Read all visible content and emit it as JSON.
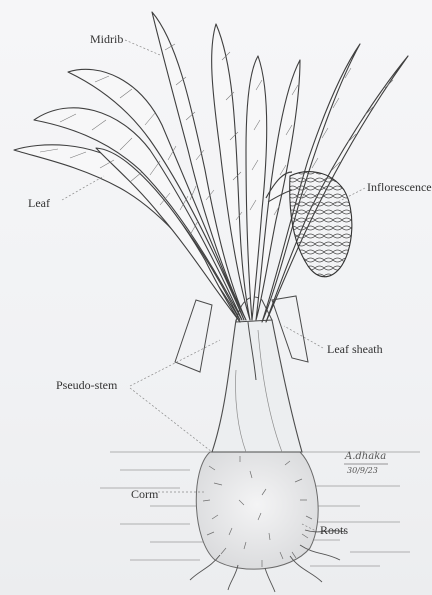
{
  "labels": {
    "midrib": "Midrib",
    "leaf": "Leaf",
    "inflorescence": "Inflorescence",
    "leaf_sheath": "Leaf sheath",
    "pseudo_stem": "Pseudo-stem",
    "corm": "Corm",
    "roots": "Roots"
  },
  "signature": {
    "name": "A.dhaka",
    "date": "30/9/23"
  }
}
